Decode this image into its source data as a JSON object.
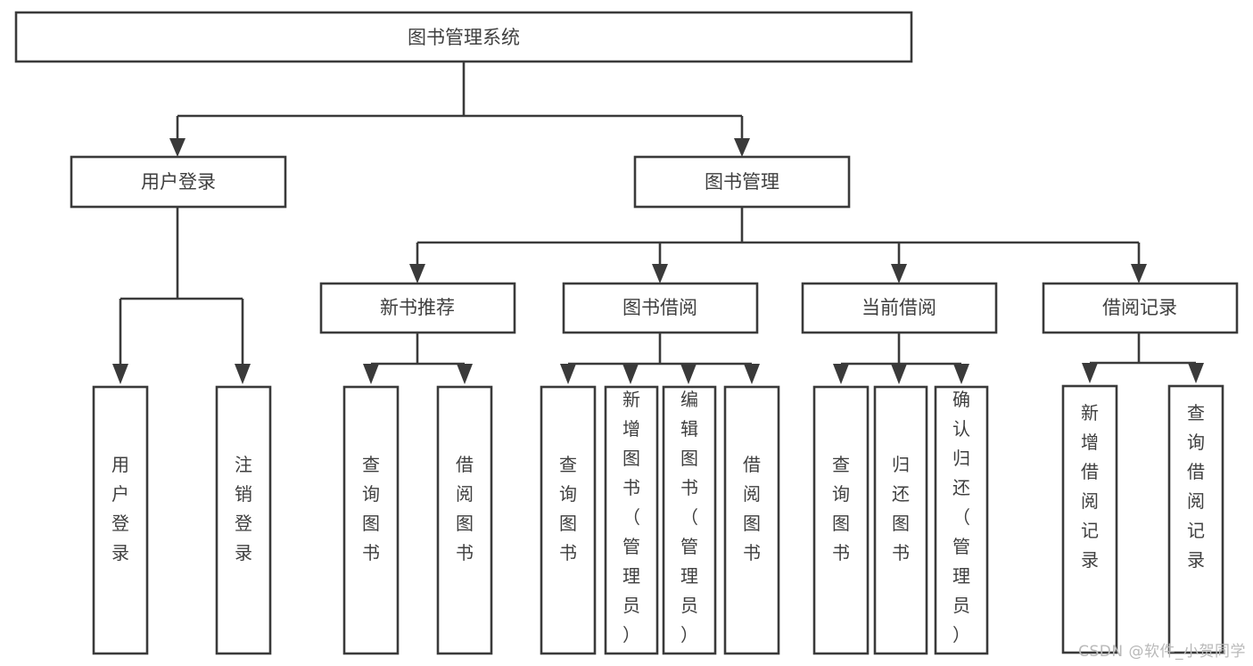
{
  "diagram": {
    "title": "图书管理系统",
    "watermark": "CSDN @软件_小贺同学",
    "colors": {
      "stroke": "#3a3a3a",
      "text": "#3f3f3f",
      "background": "#ffffff",
      "watermark": "#b9b9b9"
    },
    "root": {
      "label": "图书管理系统"
    },
    "level1": [
      {
        "label": "用户登录"
      },
      {
        "label": "图书管理"
      }
    ],
    "level2": [
      {
        "label": "新书推荐"
      },
      {
        "label": "图书借阅"
      },
      {
        "label": "当前借阅"
      },
      {
        "label": "借阅记录"
      }
    ],
    "leaves": {
      "user_login": [
        {
          "label": "用户登录"
        },
        {
          "label": "注销登录"
        }
      ],
      "new_book": [
        {
          "label": "查询图书"
        },
        {
          "label": "借阅图书"
        }
      ],
      "book_borrow": [
        {
          "label": "查询图书"
        },
        {
          "label": "新增图书（管理员）"
        },
        {
          "label": "编辑图书（管理员）"
        },
        {
          "label": "借阅图书"
        }
      ],
      "current_borrow": [
        {
          "label": "查询图书"
        },
        {
          "label": "归还图书"
        },
        {
          "label": "确认归还（管理员）"
        }
      ],
      "borrow_record": [
        {
          "label": "新增借阅记录"
        },
        {
          "label": "查询借阅记录"
        }
      ]
    }
  }
}
